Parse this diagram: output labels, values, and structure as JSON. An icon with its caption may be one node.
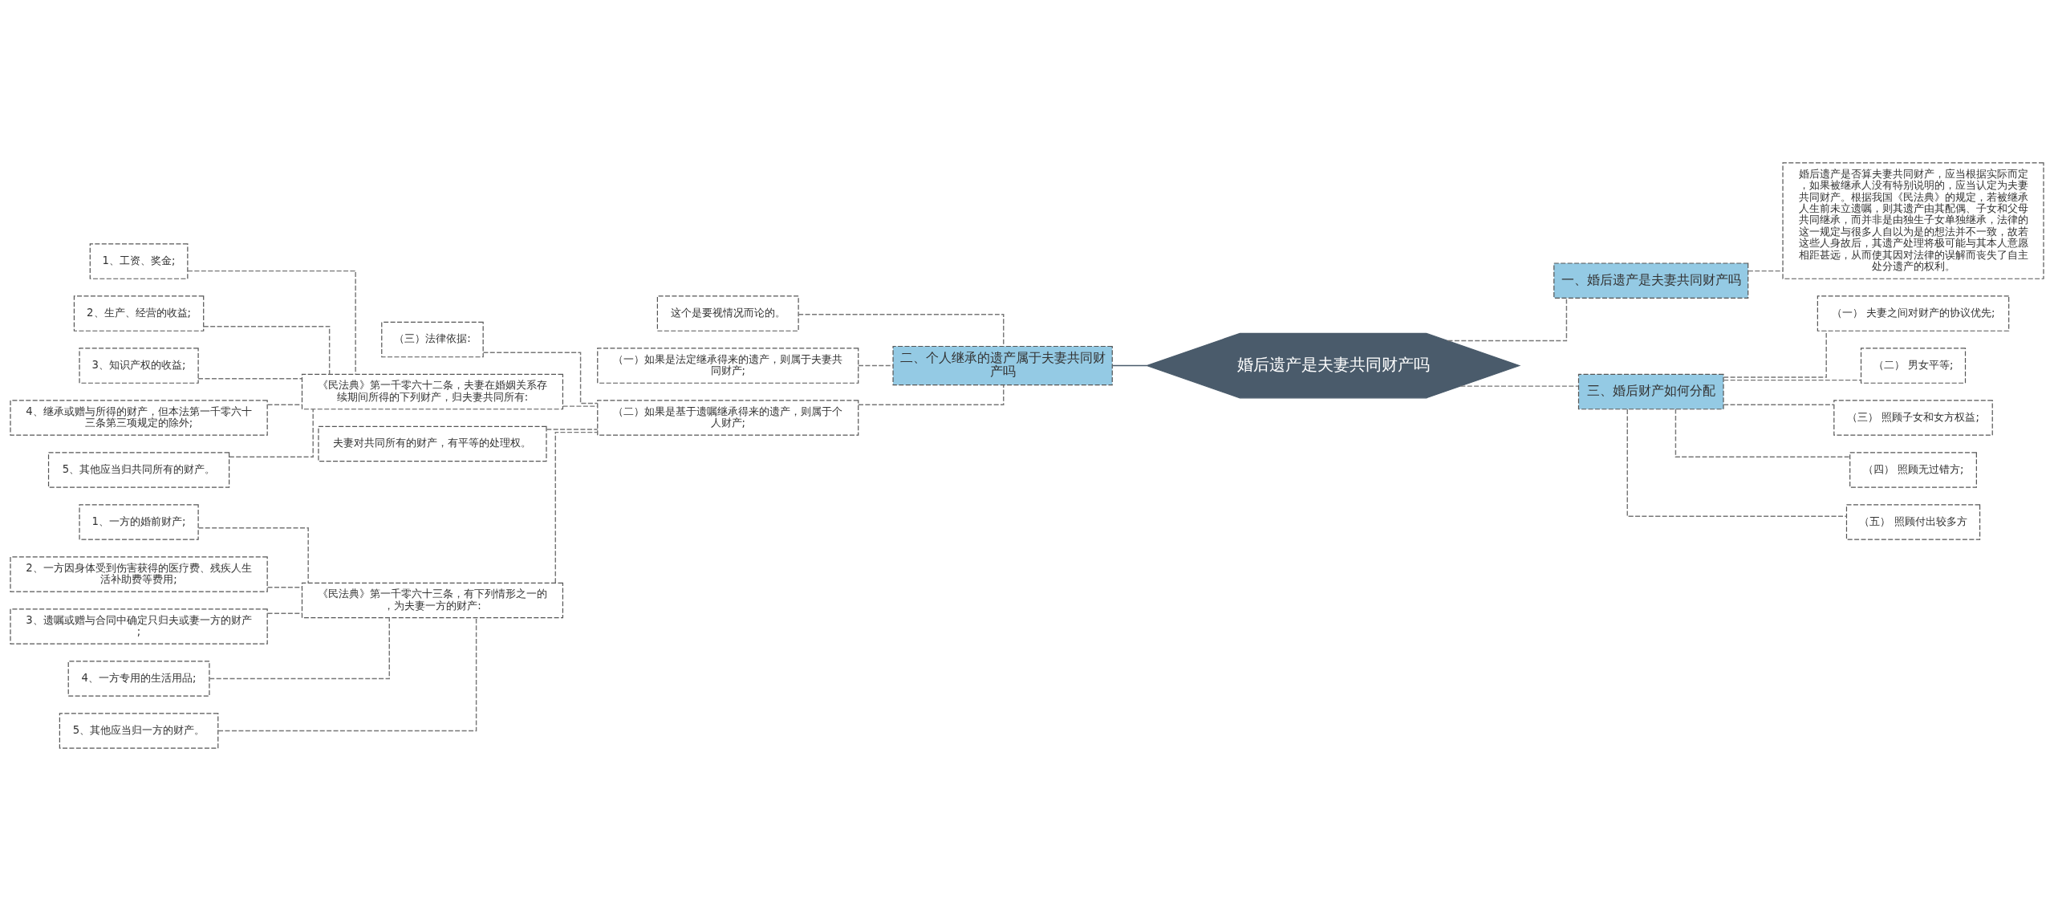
{
  "diagram": {
    "nodes": [
      {
        "text": [
          "婚后遗产是夫妻共同财产吗"
        ]
      },
      {
        "text": [
          "一、婚后遗产是夫妻共同财产吗"
        ]
      },
      {
        "text": [
          "婚后遗产是否算夫妻共同财产，应当根据实际而定，如果被继承人没有特别说明的，应当认定为夫妻共同财产。根据我国《民法典》的规定，若被继承人生前未立遗嘱，则其遗产由其配偶、子女和父母共同继承，而并非是由独生子女单独继承，法律的这一规定与很多人自以为是的想法并不一致，故若这些人身故后，其遗产处理将极可能与其本人意愿相距甚远，从而使其因对法律的误解而丧失了自主处分遗产的权利。"
        ]
      },
      {
        "text": [
          "二、个人继承的遗产属于夫妻共同财产吗"
        ]
      },
      {
        "text": [
          "这个是要视情况而论的。"
        ]
      },
      {
        "text": [
          "（一）如果是法定继承得来的遗产，则属于夫妻共同财产;"
        ]
      },
      {
        "text": [
          "（二）如果是基于遗嘱继承得来的遗产，则属于个人财产;"
        ]
      },
      {
        "text": [
          "（三）法律依据:"
        ]
      },
      {
        "text": [
          "《民法典》第一千零六十二条，夫妻在婚姻关系存续期间所得的下列财产，归夫妻共同所有:"
        ]
      },
      {
        "text": [
          "1、工资、奖金;"
        ]
      },
      {
        "text": [
          "2、生产、经营的收益;"
        ]
      },
      {
        "text": [
          "3、知识产权的收益;"
        ]
      },
      {
        "text": [
          "4、继承或赠与所得的财产，但本法第一千零六十三条第三项规定的除外;"
        ]
      },
      {
        "text": [
          "5、其他应当归共同所有的财产。"
        ]
      },
      {
        "text": [
          "夫妻对共同所有的财产，有平等的处理权。"
        ]
      },
      {
        "text": [
          "《民法典》第一千零六十三条，有下列情形之一的，为夫妻一方的财产:"
        ]
      },
      {
        "text": [
          "1、一方的婚前财产;"
        ]
      },
      {
        "text": [
          "2、一方因身体受到伤害获得的医疗费、残疾人生活补助费等费用;"
        ]
      },
      {
        "text": [
          "3、遗嘱或赠与合同中确定只归夫或妻一方的财产;"
        ]
      },
      {
        "text": [
          "4、一方专用的生活用品;"
        ]
      },
      {
        "text": [
          "5、其他应当归一方的财产。"
        ]
      },
      {
        "text": [
          "三、婚后财产如何分配"
        ]
      },
      {
        "text": [
          "（一） 夫妻之间对财产的协议优先;"
        ]
      },
      {
        "text": [
          "（二） 男女平等;"
        ]
      },
      {
        "text": [
          "（三） 照顾子女和女方权益;"
        ]
      },
      {
        "text": [
          "（四） 照顾无过错方;"
        ]
      },
      {
        "text": [
          "（五） 照顾付出较多方"
        ]
      }
    ],
    "edges": [
      {
        "from": 0,
        "to": 1,
        "arrow": "none",
        "style": "dashed"
      },
      {
        "from": 1,
        "to": 2,
        "arrow": "none",
        "style": "dashed"
      },
      {
        "from": 0,
        "to": 3,
        "arrow": "none",
        "color": "#4a5b6b"
      },
      {
        "from": 3,
        "to": 4,
        "arrow": "none",
        "style": "dashed"
      },
      {
        "from": 3,
        "to": 5,
        "arrow": "none",
        "style": "dashed"
      },
      {
        "from": 3,
        "to": 6,
        "arrow": "none",
        "style": "dashed"
      },
      {
        "from": 6,
        "to": 7,
        "arrow": "none",
        "style": "dashed"
      },
      {
        "from": 6,
        "to": 8,
        "arrow": "none",
        "style": "dashed"
      },
      {
        "from": 8,
        "to": 9,
        "arrow": "none",
        "style": "dashed"
      },
      {
        "from": 8,
        "to": 10,
        "arrow": "none",
        "style": "dashed"
      },
      {
        "from": 8,
        "to": 11,
        "arrow": "none",
        "style": "dashed"
      },
      {
        "from": 8,
        "to": 12,
        "arrow": "none",
        "style": "dashed"
      },
      {
        "from": 8,
        "to": 13,
        "arrow": "none",
        "style": "dashed"
      },
      {
        "from": 6,
        "to": 14,
        "arrow": "none",
        "style": "dashed"
      },
      {
        "from": 6,
        "to": 15,
        "arrow": "none",
        "style": "dashed"
      },
      {
        "from": 15,
        "to": 16,
        "arrow": "none",
        "style": "dashed"
      },
      {
        "from": 15,
        "to": 17,
        "arrow": "none",
        "style": "dashed"
      },
      {
        "from": 15,
        "to": 18,
        "arrow": "none",
        "style": "dashed"
      },
      {
        "from": 15,
        "to": 19,
        "arrow": "none",
        "style": "dashed"
      },
      {
        "from": 15,
        "to": 20,
        "arrow": "none",
        "style": "dashed"
      },
      {
        "from": 0,
        "to": 21,
        "arrow": "none",
        "style": "dashed"
      },
      {
        "from": 21,
        "to": 22,
        "arrow": "none",
        "style": "dashed"
      },
      {
        "from": 21,
        "to": 23,
        "arrow": "none",
        "style": "dashed"
      },
      {
        "from": 21,
        "to": 24,
        "arrow": "none",
        "style": "dashed"
      },
      {
        "from": 21,
        "to": 25,
        "arrow": "none",
        "style": "dashed"
      },
      {
        "from": 21,
        "to": 26,
        "arrow": "none",
        "style": "dashed"
      }
    ]
  }
}
